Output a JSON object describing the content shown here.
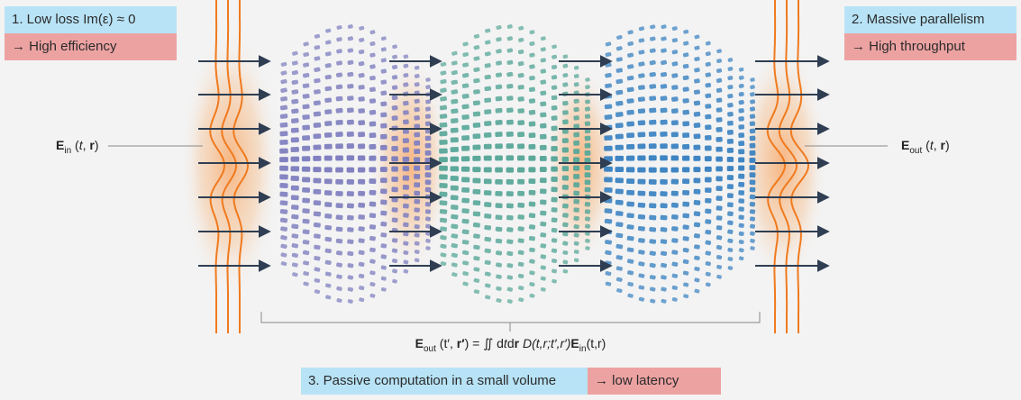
{
  "boxes": {
    "box1_title": "1. Low loss Im(ε) ≈ 0",
    "box1_result": "→ High efficiency",
    "box2_title": "2. Massive parallelism",
    "box2_result": "→ High throughput",
    "box3_title": "3. Passive computation in a small volume",
    "box3_result": "→ low latency"
  },
  "labels": {
    "field_symbol": "E",
    "in_sub": "in",
    "in_args_open": " (",
    "in_t": "t",
    "comma": ", ",
    "r": "r",
    "close": ")",
    "out_sub": "out"
  },
  "formula": {
    "E": "E",
    "out": "out",
    "args": " (t′, ",
    "r_prime": "r′",
    "eq": ") = ∬ d",
    "t": "t",
    "d": "d",
    "r": "r",
    "kernel": " D(t,r;t′,r′)",
    "E2": "E",
    "in": "in",
    "tail": "(t,r)"
  },
  "colors": {
    "panel1": "#8080c0",
    "panel2": "#5aa89a",
    "panel3": "#3d84c2",
    "wave": "#f07a1e",
    "arrow": "#2f3e52",
    "glow": "#f7a25e"
  }
}
